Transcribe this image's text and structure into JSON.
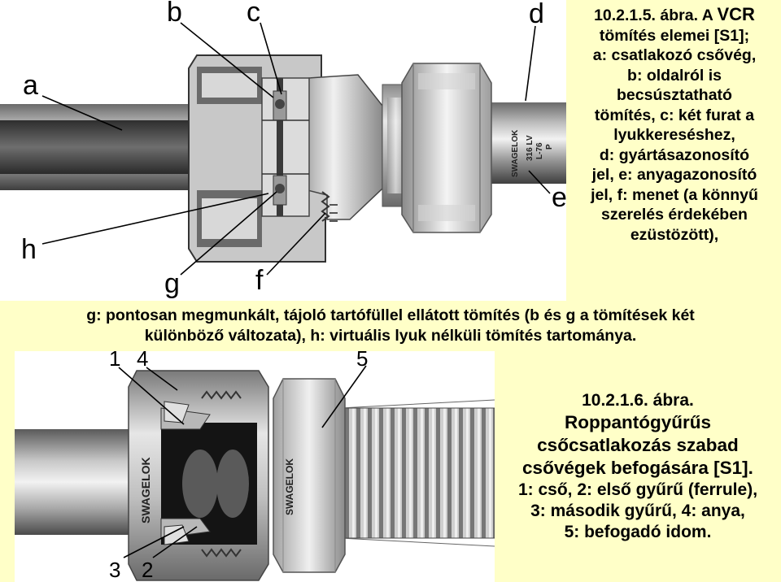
{
  "figure1": {
    "labels": {
      "a": "a",
      "b": "b",
      "c": "c",
      "d": "d",
      "e": "e",
      "f": "f",
      "g": "g",
      "h": "h"
    },
    "engraving": {
      "brand": "SWAGELOK",
      "grade": "316 LV",
      "code": "L-76",
      "mark": "P"
    },
    "caption_head": {
      "ref": "10.2.1.5. ábra.",
      "a_word": "A",
      "vcr": "VCR"
    },
    "caption_side_lines": [
      "tömítés elemei [S1];",
      "a: csatlakozó csővég,",
      "b: oldalról is",
      "becsúsztatható",
      "tömítés, c: két furat a",
      "lyukkereséshez,",
      "d: gyártásazonosító",
      "jel, e: anyagazonosító",
      "jel, f: menet (a könnyű",
      "szerelés érdekében",
      "ezüstözött),"
    ],
    "caption_bottom_lines": [
      "g: pontosan megmunkált, tájoló tartófüllel ellátott tömítés (b és g a tömítések két",
      "különböző változata), h: virtuális lyuk nélküli tömítés tartománya."
    ]
  },
  "figure2": {
    "labels": {
      "n1": "1",
      "n2": "2",
      "n3": "3",
      "n4": "4",
      "n5": "5"
    },
    "engraving": {
      "brand1": "SWAGELOK",
      "brand2": "SWAGELOK"
    },
    "caption_lines": [
      "10.2.1.6. ábra.",
      "Roppantógyűrűs",
      "csőcsatlakozás szabad",
      "csővégek befogására [S1].",
      "1: cső, 2: első gyűrű (ferrule),",
      "3: második gyűrű, 4: anya,",
      "5: befogadó idom."
    ]
  },
  "colors": {
    "background": "#FFFFC8",
    "photo_background": "#FFFFFF",
    "metal_dark": "#5A5A5A",
    "metal_light": "#E6E6E6"
  }
}
